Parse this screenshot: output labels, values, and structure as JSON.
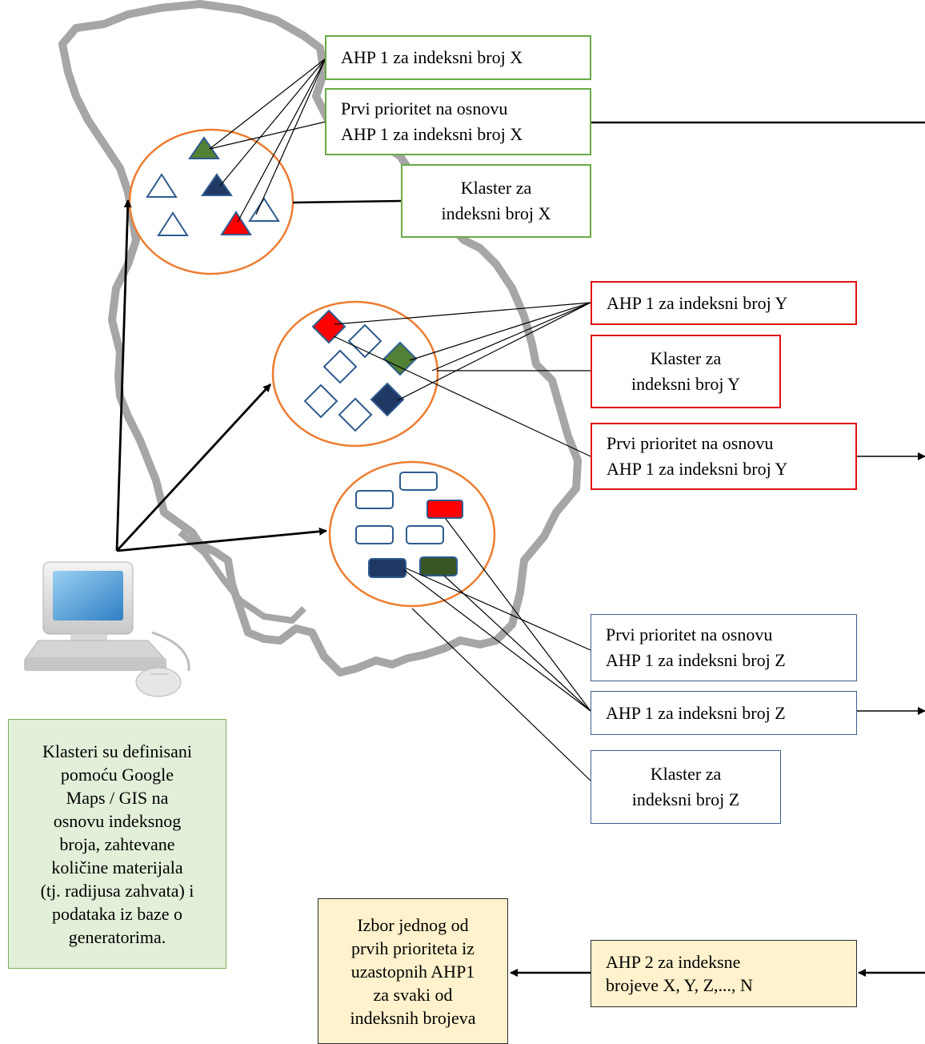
{
  "clusters": {
    "x": {
      "ahp1": [
        "AHP 1 za indeksni broj X"
      ],
      "priority": [
        "Prvi prioritet na osnovu",
        "AHP 1 za indeksni broj X"
      ],
      "cluster": [
        "Klaster za",
        "indeksni broj X"
      ],
      "border_color": "#6aaa44",
      "marker_shape": "triangle"
    },
    "y": {
      "ahp1": [
        "AHP 1 za indeksni broj Y"
      ],
      "cluster": [
        "Klaster za",
        "indeksni broj Y"
      ],
      "priority": [
        "Prvi prioritet na osnovu",
        "AHP 1 za indeksni broj Y"
      ],
      "border_color": "#e01010",
      "marker_shape": "diamond"
    },
    "z": {
      "priority": [
        "Prvi prioritet na osnovu",
        "AHP 1 za indeksni broj Z"
      ],
      "ahp1": [
        "AHP 1 za indeksni broj Z"
      ],
      "cluster": [
        "Klaster za",
        "indeksni broj Z"
      ],
      "border_color": "#3c5f8f",
      "marker_shape": "rectangle"
    }
  },
  "note": [
    "Klasteri su definisani",
    "pomoću Google",
    "Maps / GIS na",
    "osnovu indeksnog",
    "broja, zahtevane",
    "količine materijala",
    "(tj. radijusa zahvata) i",
    "podataka iz baze o",
    "generatorima."
  ],
  "ahp2": [
    "AHP 2 za indeksne",
    "brojeve X, Y, Z,..., N"
  ],
  "selection": [
    "Izbor jednog od",
    "prvih prioriteta iz",
    "uzastopnih AHP1",
    "za svaki od",
    "indeksnih brojeva"
  ],
  "colors": {
    "map_outline": "#a6a6a6",
    "cluster_circle": "#ed7d31",
    "marker_red": "#ff0000",
    "marker_green": "#538135",
    "marker_dark_green": "#375623",
    "marker_navy": "#1f3864",
    "marker_outline": "#2e5b8f",
    "note_fill": "#e2efd9",
    "selection_fill": "#fff2cc"
  },
  "icons": [
    "serbia-map-outline",
    "computer-icon"
  ]
}
